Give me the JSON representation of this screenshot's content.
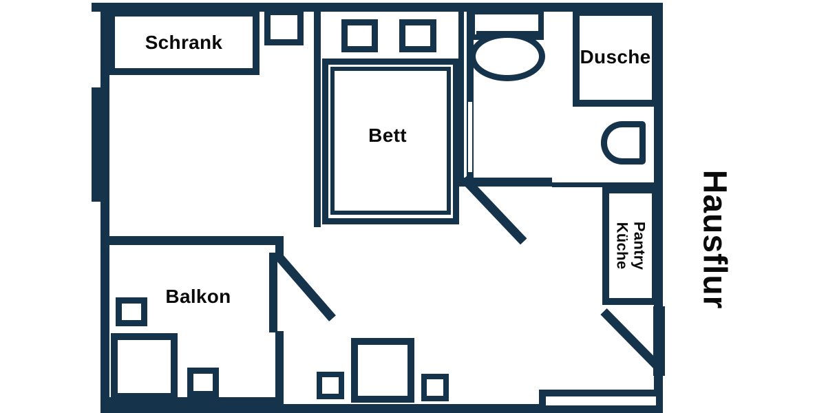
{
  "labels": {
    "schrank": "Schrank",
    "bett": "Bett",
    "dusche": "Dusche",
    "balkon": "Balkon",
    "pantry": {
      "line1": "Pantry",
      "line2": "Küche"
    },
    "hausflur": "Hausflur"
  },
  "colors": {
    "wall": "#16334c",
    "text": "#0a0a0a",
    "background": "#ffffff"
  },
  "fixtures": [
    "wardrobe",
    "nightstand",
    "pillow",
    "bed",
    "toilet",
    "shower",
    "washbasin",
    "pantry-kitchenette",
    "dining-table",
    "chair",
    "balcony-furniture",
    "entry-mat",
    "window",
    "door-swing"
  ]
}
